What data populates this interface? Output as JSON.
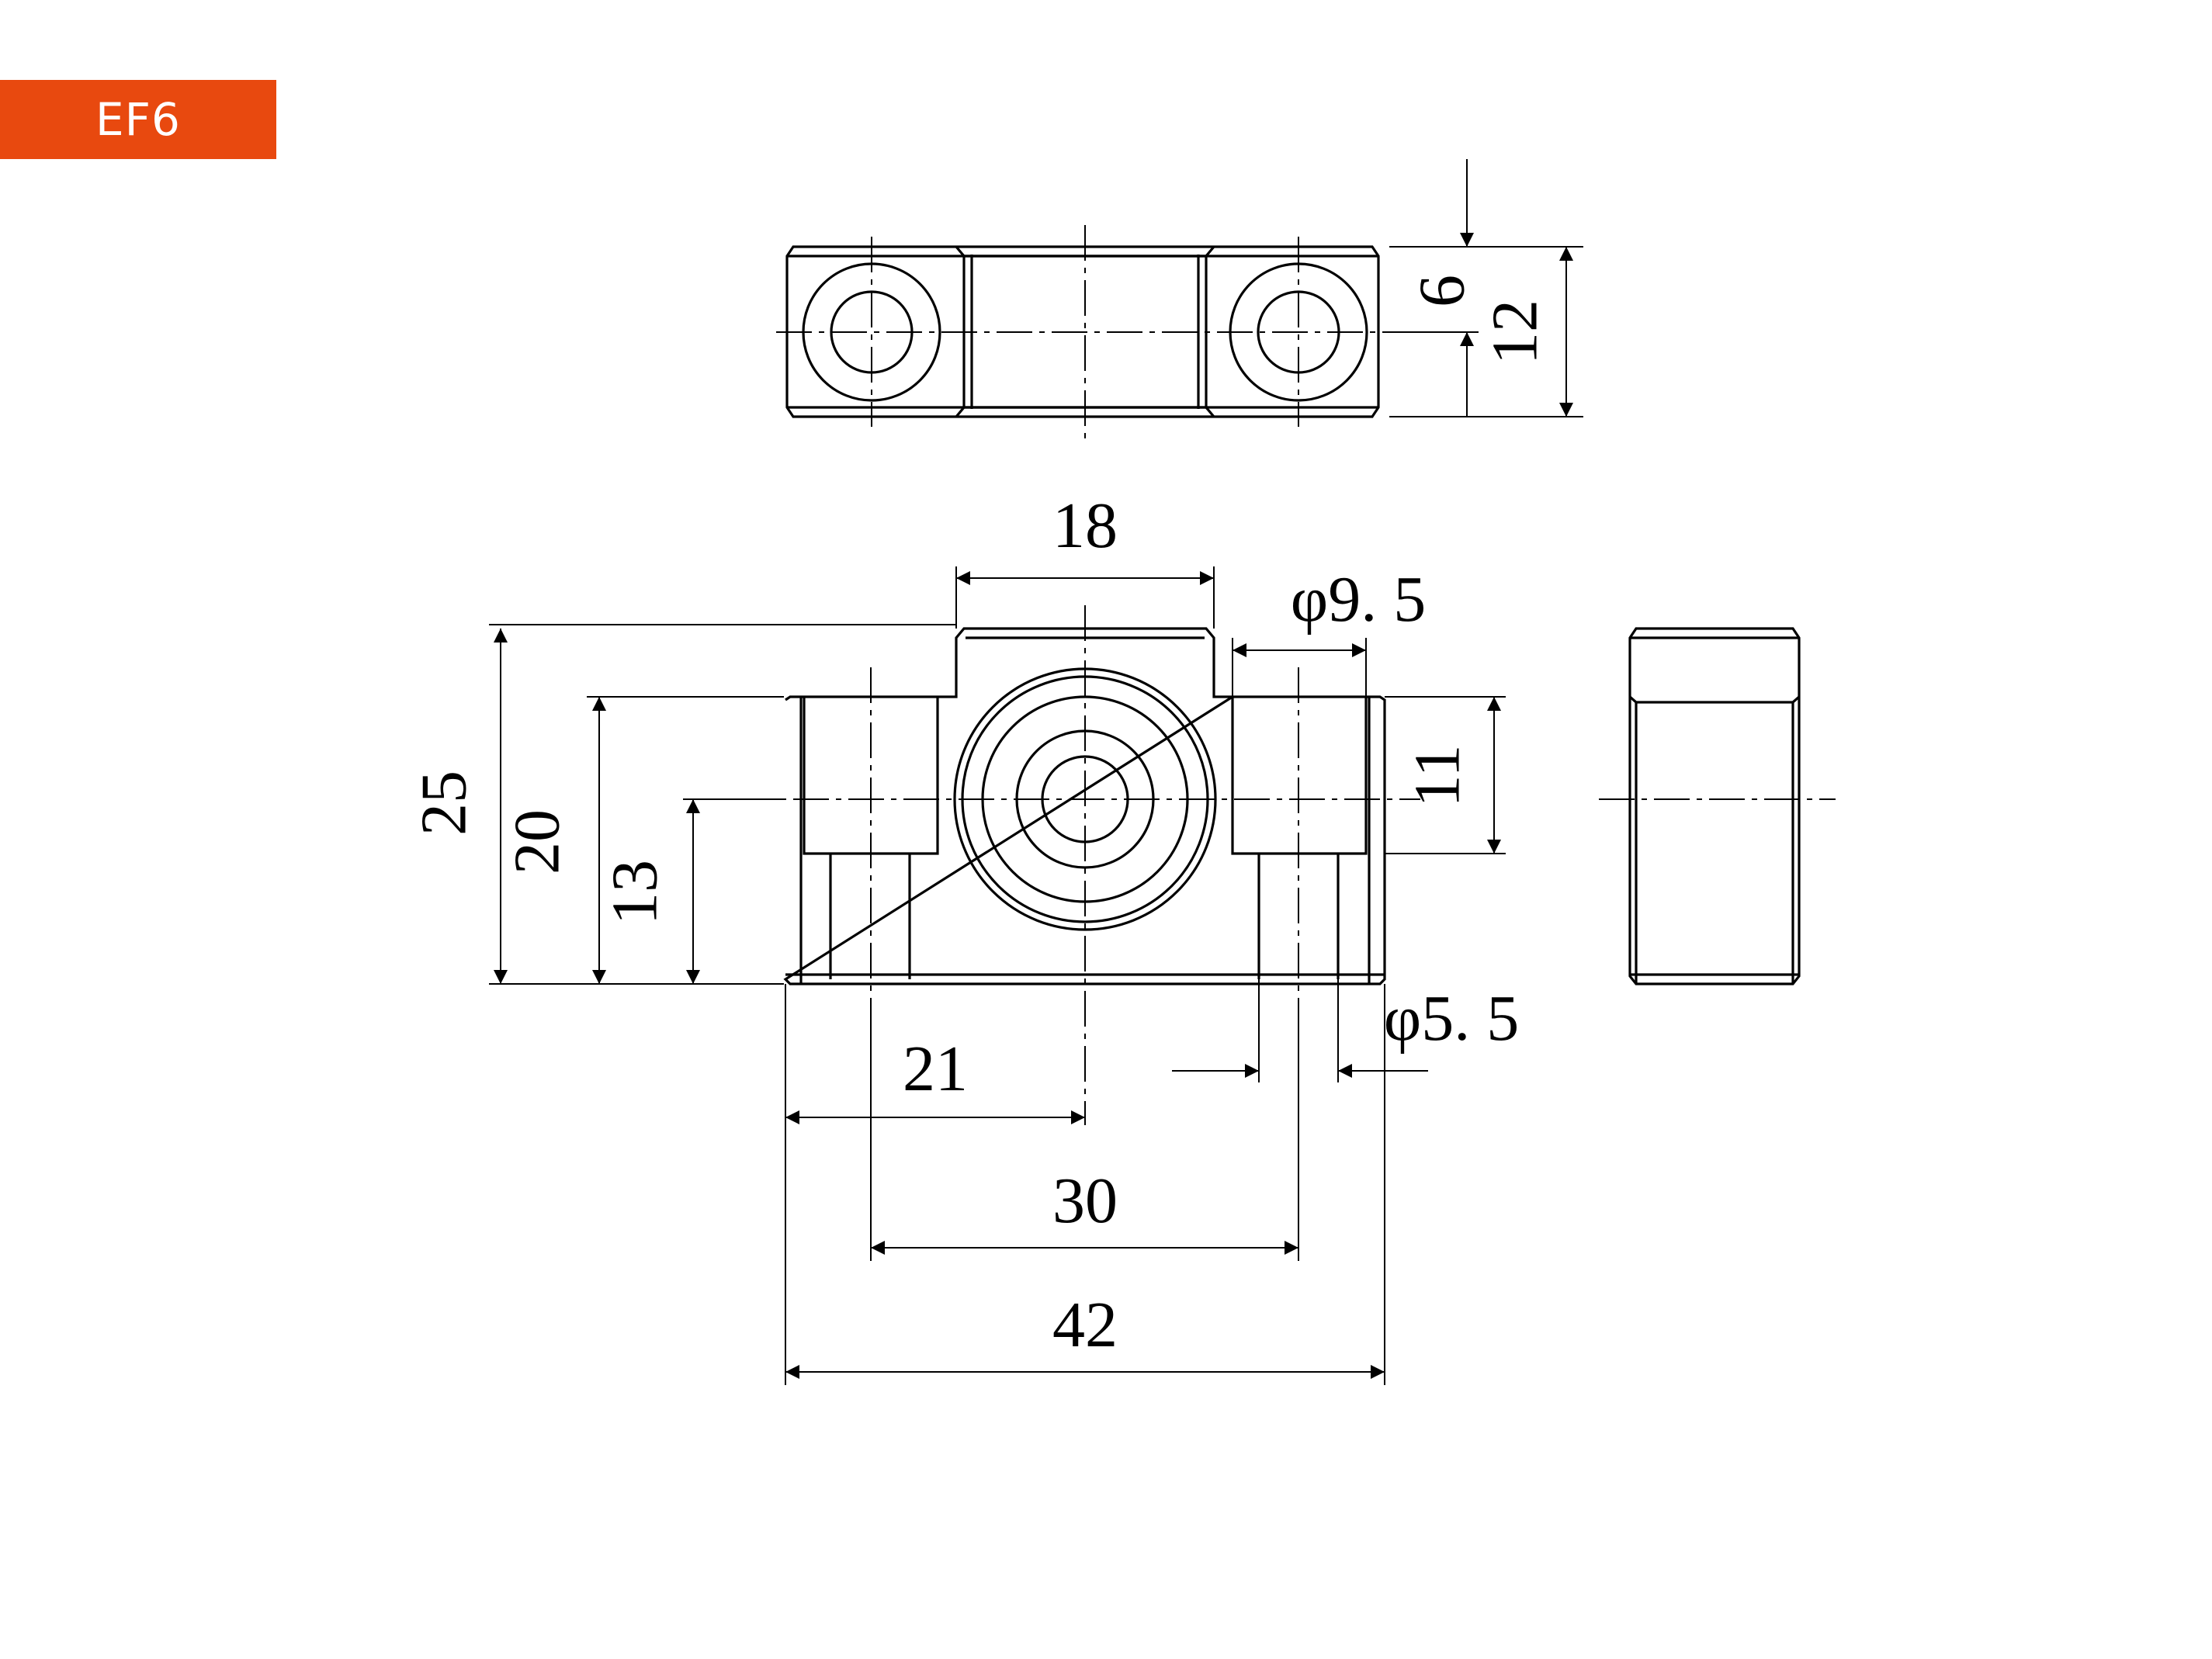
{
  "badge": {
    "label": "EF6",
    "color": "#e8490f"
  },
  "dimensions": {
    "top_view": {
      "thickness": "6",
      "depth": "12"
    },
    "front_view": {
      "center_width": "18",
      "bolt_hole_dia": "φ9. 5",
      "counterbore_depth": "11",
      "total_height": "25",
      "body_height": "20",
      "center_height": "13",
      "half_width": "21",
      "hole_spacing": "30",
      "thru_hole_dia": "φ5. 5",
      "total_width": "42"
    }
  }
}
